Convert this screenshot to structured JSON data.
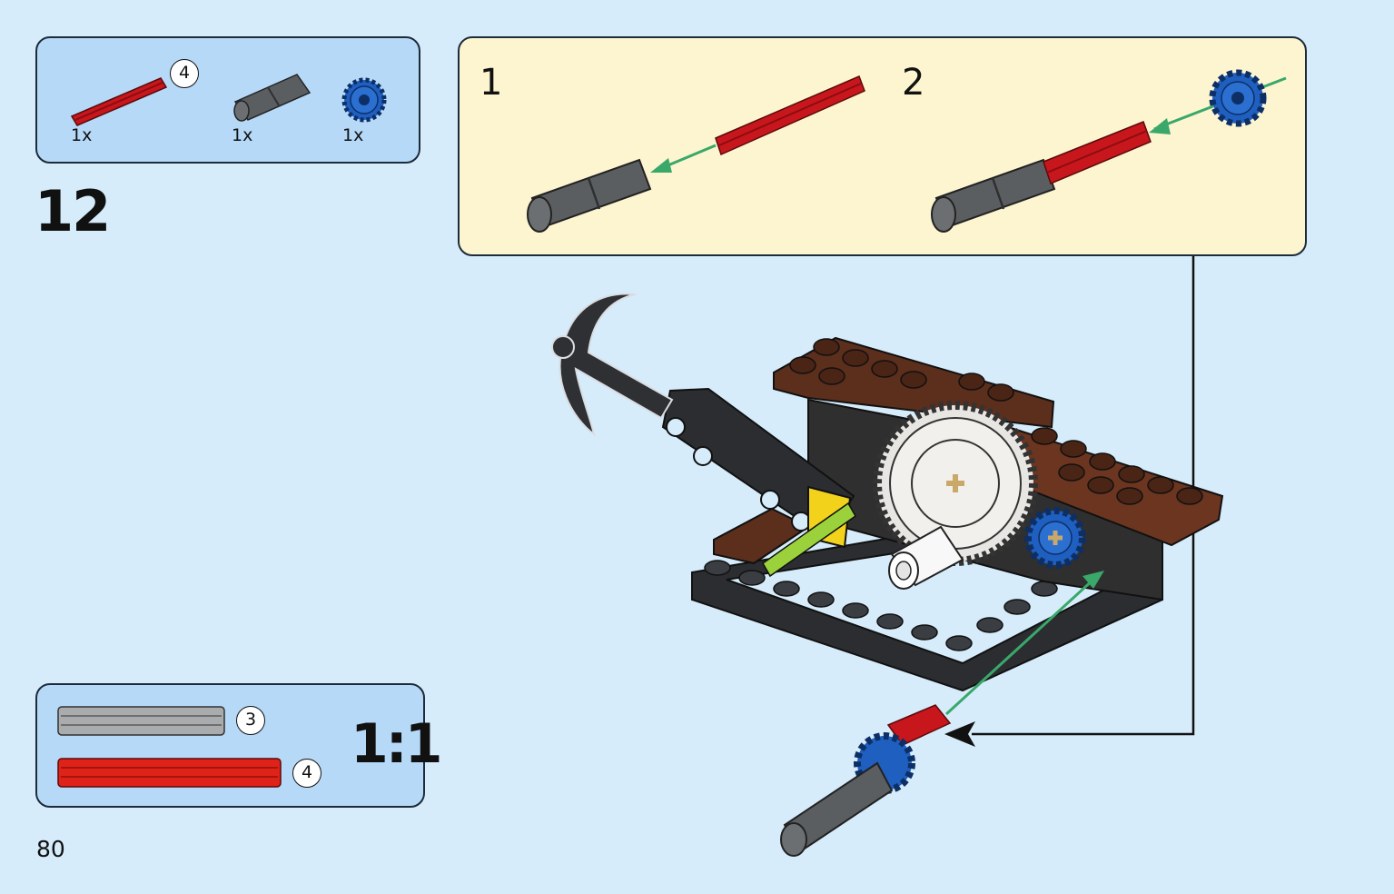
{
  "step": {
    "number": "12"
  },
  "page": {
    "number": "80"
  },
  "parts_list": [
    {
      "icon": "red-axle-4-icon",
      "qty": "1x",
      "length": "4"
    },
    {
      "icon": "gray-axle-connector-icon",
      "qty": "1x"
    },
    {
      "icon": "blue-gear-icon",
      "qty": "1x"
    }
  ],
  "substeps": [
    {
      "label": "1"
    },
    {
      "label": "2"
    }
  ],
  "scale_reference": {
    "label": "1:1",
    "items": [
      {
        "icon": "gray-axle-3-icon",
        "length": "3"
      },
      {
        "icon": "red-axle-4-icon",
        "length": "4"
      }
    ]
  },
  "colors": {
    "background": "#d6ecfb",
    "panel_blue": "#b5d9f7",
    "subassembly_panel": "#fdf5d0",
    "red_axle": "#c8161d",
    "gray_connector": "#5b5e61",
    "blue_gear": "#1f5fbf",
    "arrow_green": "#3aa86a",
    "brown_brick": "#5c2e1c"
  }
}
